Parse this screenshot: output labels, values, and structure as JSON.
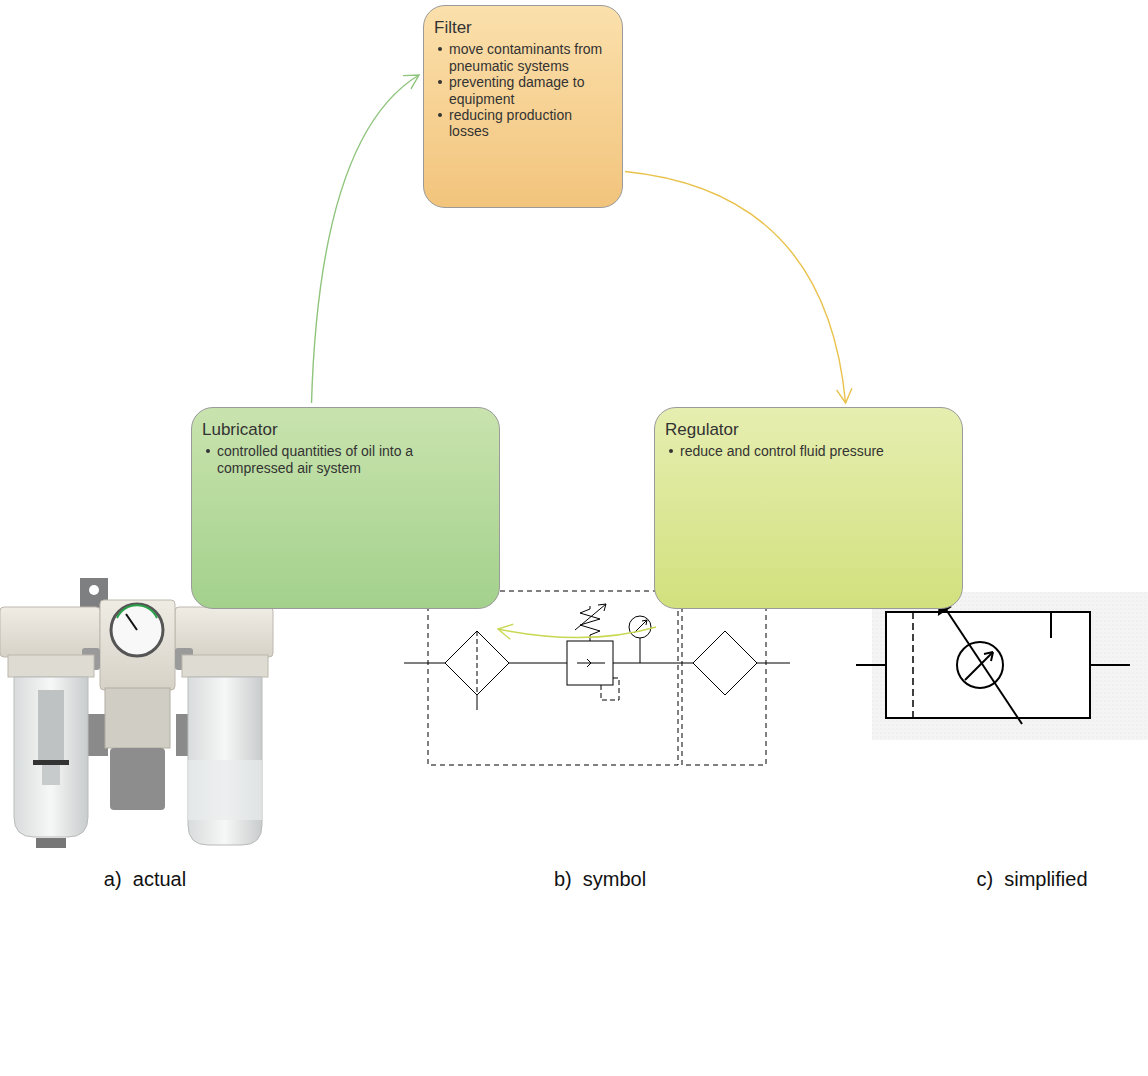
{
  "diagram": {
    "nodes": [
      {
        "text": [
          "Filter",
          "move contaminants from pneumatic systems",
          "preventing damage to equipment",
          "reducing production losses"
        ]
      },
      {
        "text": [
          "Regulator",
          "reduce and control fluid pressure"
        ]
      },
      {
        "text": [
          "Lubricator",
          "controlled quantities of oil into a compressed air system"
        ]
      }
    ],
    "edges": [
      {
        "from": 0,
        "to": 1,
        "arrow": "to"
      },
      {
        "from": 1,
        "to": 2,
        "arrow": "to"
      },
      {
        "from": 2,
        "to": 0,
        "arrow": "to"
      }
    ],
    "labels": [
      "a)  actual",
      "b)  symbol",
      "c)  simplified"
    ]
  }
}
